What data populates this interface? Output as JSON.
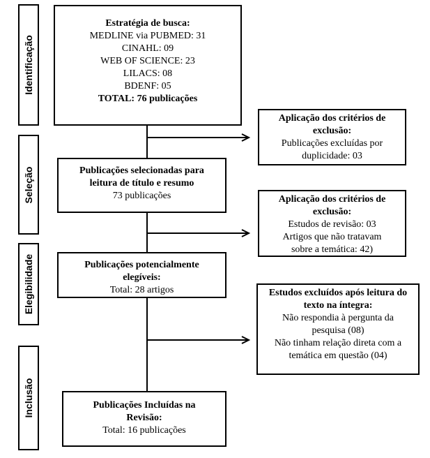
{
  "phases": [
    "Identificação",
    "Seleção",
    "Elegibilidade",
    "Inclusão"
  ],
  "identificacao": {
    "title": "Estratégia de busca:",
    "lines": [
      "MEDLINE via PUBMED: 31",
      "CINAHL: 09",
      "WEB OF SCIENCE: 23",
      "LILACS: 08",
      "BDENF: 05"
    ],
    "total": "TOTAL: 76 publicações"
  },
  "exclusao1": {
    "title": "Aplicação dos critérios de exclusão:",
    "lines": [
      "Publicações excluídas por duplicidade: 03"
    ]
  },
  "selecao": {
    "title": "Publicações selecionadas para leitura de título e resumo",
    "lines": [
      "73 publicações"
    ]
  },
  "exclusao2": {
    "title": "Aplicação dos critérios de exclusão:",
    "lines": [
      "Estudos de revisão: 03",
      "Artigos que não tratavam sobre a temática: 42)"
    ]
  },
  "elegibilidade": {
    "title": "Publicações potencialmente elegíveis:",
    "lines": [
      "Total: 28 artigos"
    ]
  },
  "exclusao3": {
    "title": "Estudos excluídos após leitura do texto na íntegra:",
    "lines": [
      "Não respondia à pergunta da pesquisa (08)",
      "Não tinham relação direta com a temática em questão (04)"
    ]
  },
  "inclusao": {
    "title": "Publicações Incluídas na Revisão:",
    "lines": [
      "Total: 16 publicações"
    ]
  }
}
